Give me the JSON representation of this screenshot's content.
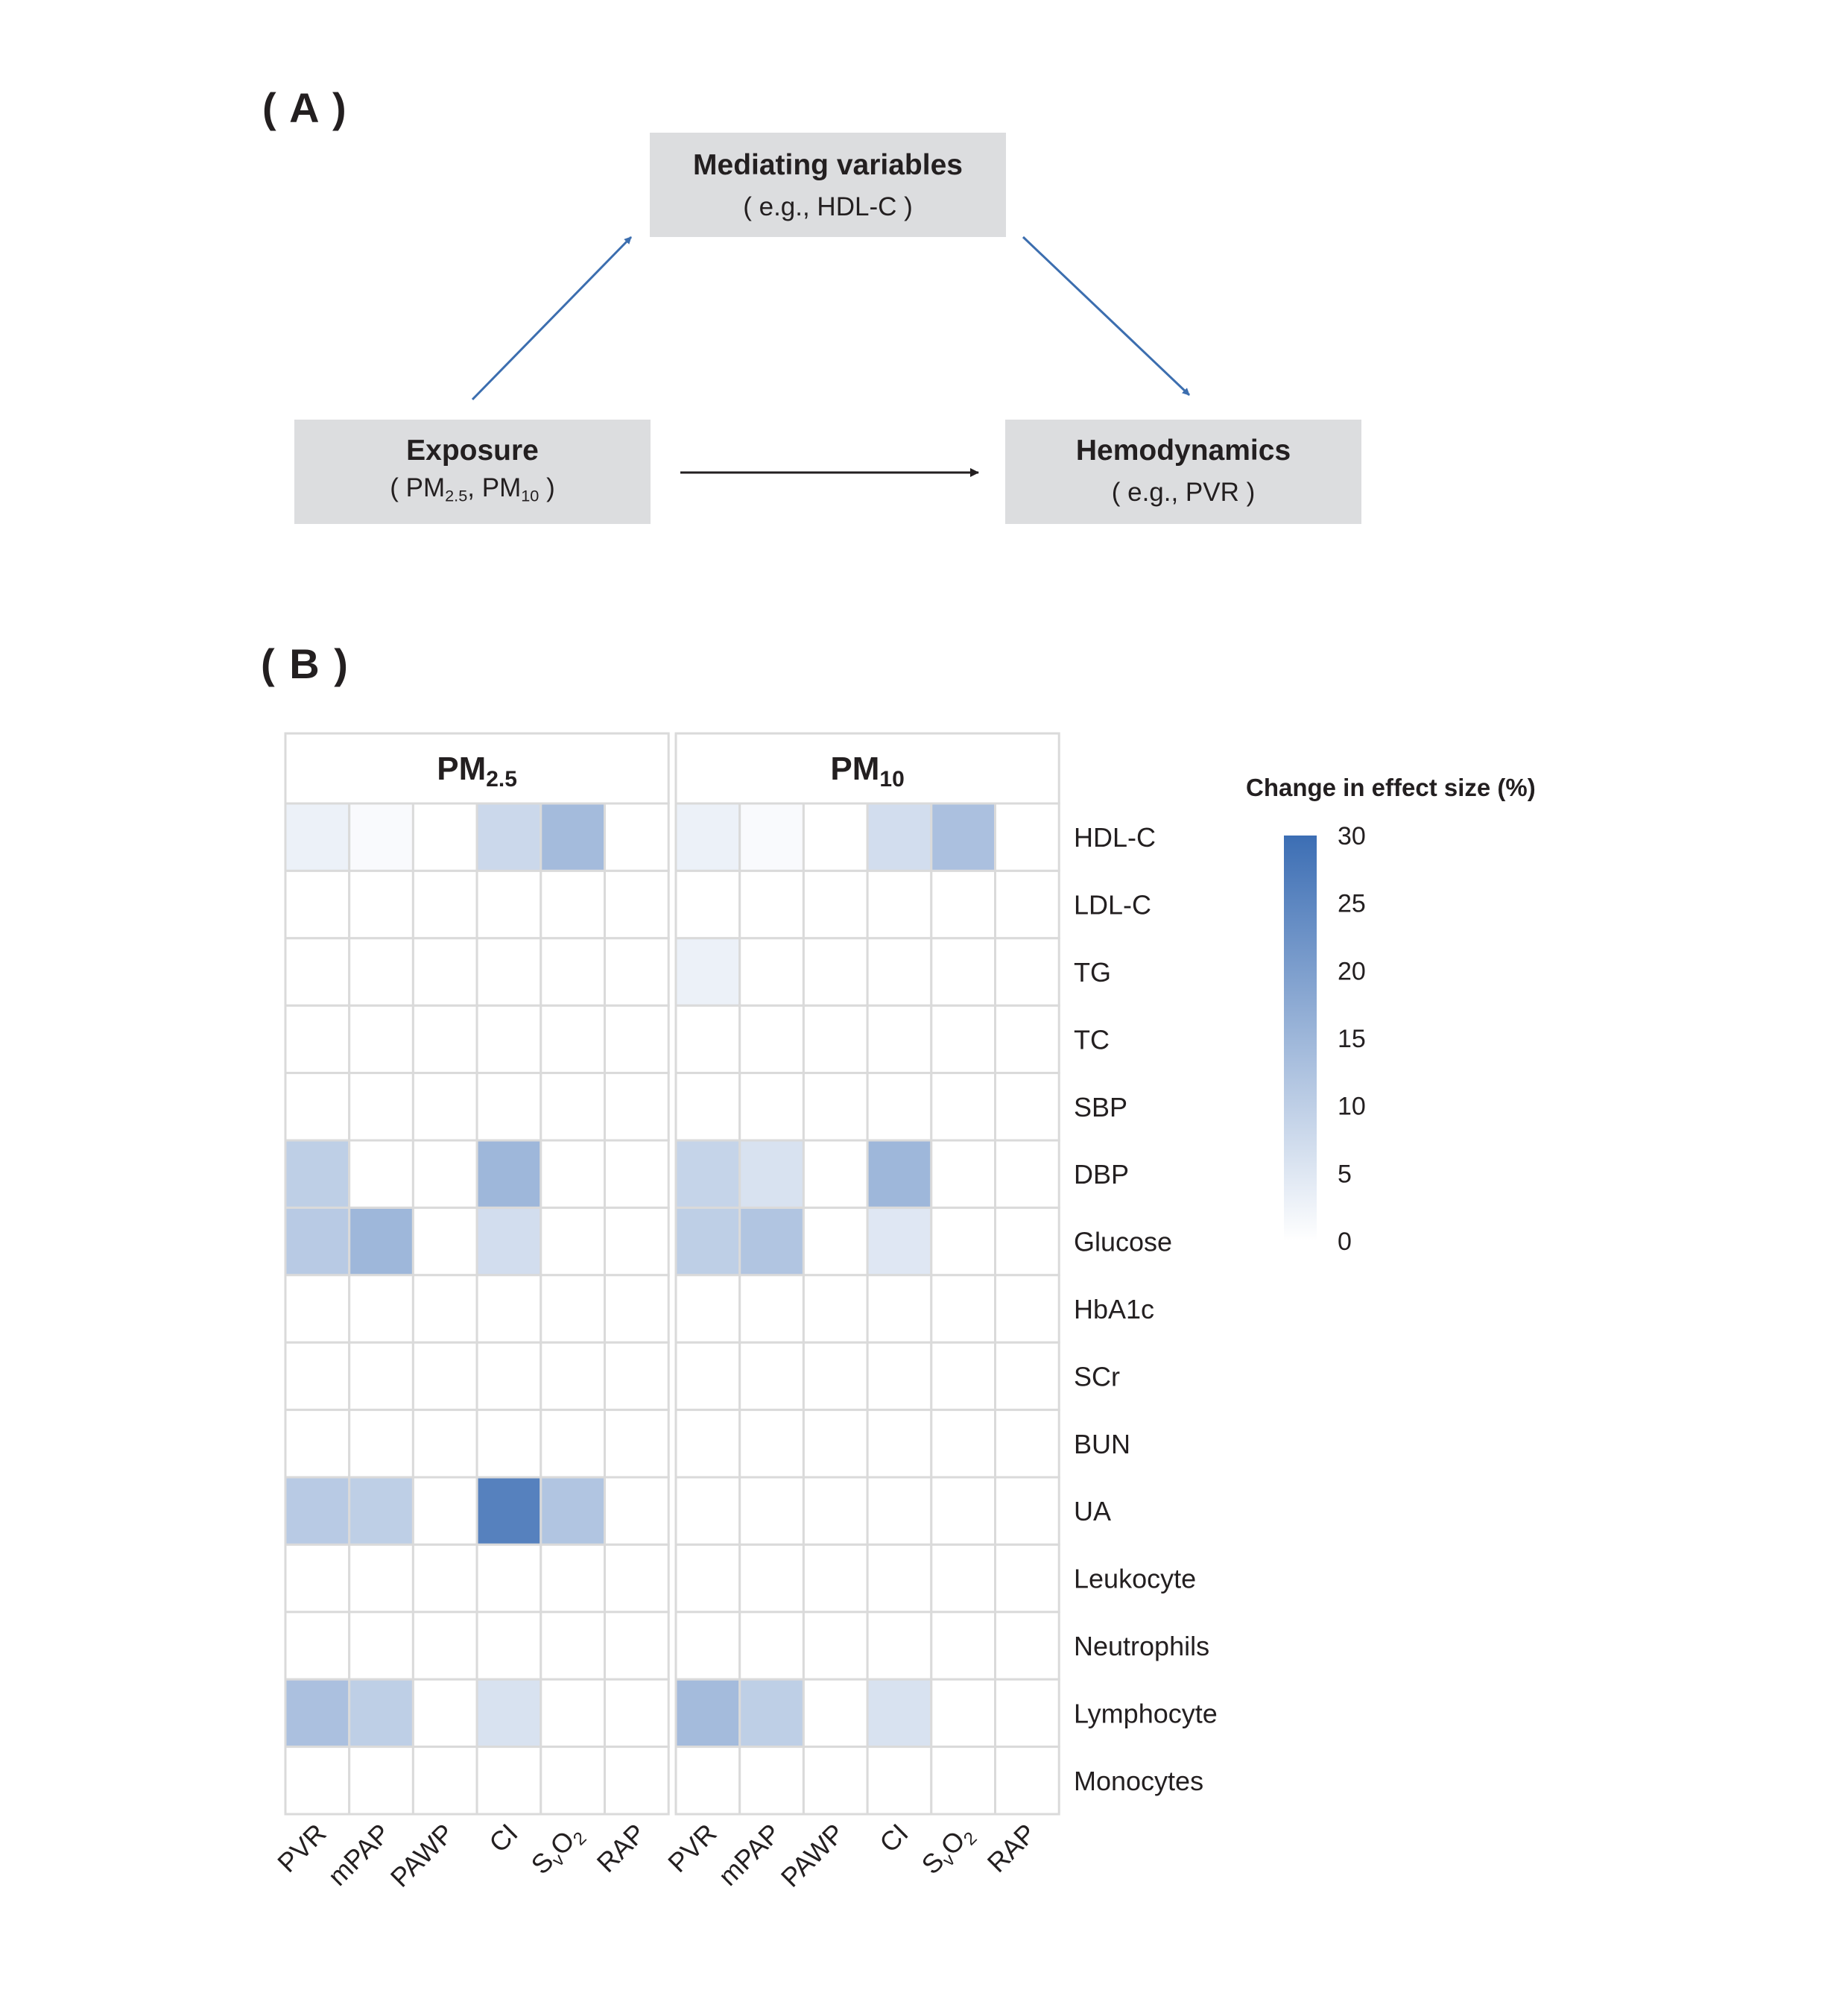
{
  "panel_a": {
    "label": "( A )",
    "mediator": {
      "title": "Mediating variables",
      "subtitle": "( e.g., HDL-C )"
    },
    "exposure": {
      "title": "Exposure",
      "open": "( PM",
      "sub1": "2.5",
      "mid": ", PM",
      "sub2": "10",
      "close": " )"
    },
    "outcome": {
      "title": "Hemodynamics",
      "subtitle": "( e.g., PVR )"
    },
    "colors": {
      "mediator_arrow": "#3c6eaf",
      "direct_arrow": "#231f20",
      "box_fill": "#dcdddf"
    }
  },
  "panel_b": {
    "label": "( B )"
  },
  "chart_data": {
    "type": "heatmap",
    "facets": [
      {
        "main": "PM",
        "sub": "2.5"
      },
      {
        "main": "PM",
        "sub": "10"
      }
    ],
    "x_categories": [
      "PVR",
      "mPAP",
      "PAWP",
      "CI",
      "SvO2",
      "RAP"
    ],
    "y_categories": [
      "HDL-C",
      "LDL-C",
      "TG",
      "TC",
      "SBP",
      "DBP",
      "Glucose",
      "HbA1c",
      "SCr",
      "BUN",
      "UA",
      "Leukocyte",
      "Neutrophils",
      "Lymphocyte",
      "Monocytes"
    ],
    "values": {
      "PM2.5": [
        [
          3,
          1,
          0,
          8,
          14,
          0
        ],
        [
          0,
          0,
          0,
          0,
          0,
          0
        ],
        [
          0,
          0,
          0,
          0,
          0,
          0
        ],
        [
          0,
          0,
          0,
          0,
          0,
          0
        ],
        [
          0,
          0,
          0,
          0,
          0,
          0
        ],
        [
          10,
          0,
          0,
          15,
          0,
          0
        ],
        [
          11,
          15,
          0,
          7,
          0,
          0
        ],
        [
          0,
          0,
          0,
          0,
          0,
          0
        ],
        [
          0,
          0,
          0,
          0,
          0,
          0
        ],
        [
          0,
          0,
          0,
          0,
          0,
          0
        ],
        [
          11,
          10,
          0,
          26,
          12,
          0
        ],
        [
          0,
          0,
          0,
          0,
          0,
          0
        ],
        [
          0,
          0,
          0,
          0,
          0,
          0
        ],
        [
          13,
          10,
          0,
          6,
          0,
          0
        ],
        [
          0,
          0,
          0,
          0,
          0,
          0
        ]
      ],
      "PM10": [
        [
          3,
          1,
          0,
          7,
          13,
          0
        ],
        [
          0,
          0,
          0,
          0,
          0,
          0
        ],
        [
          3,
          0,
          0,
          0,
          0,
          0
        ],
        [
          0,
          0,
          0,
          0,
          0,
          0
        ],
        [
          0,
          0,
          0,
          0,
          0,
          0
        ],
        [
          9,
          6,
          0,
          15,
          0,
          0
        ],
        [
          10,
          12,
          0,
          5,
          0,
          0
        ],
        [
          0,
          0,
          0,
          0,
          0,
          0
        ],
        [
          0,
          0,
          0,
          0,
          0,
          0
        ],
        [
          0,
          0,
          0,
          0,
          0,
          0
        ],
        [
          0,
          0,
          0,
          0,
          0,
          0
        ],
        [
          0,
          0,
          0,
          0,
          0,
          0
        ],
        [
          0,
          0,
          0,
          0,
          0,
          0
        ],
        [
          14,
          10,
          0,
          6,
          0,
          0
        ],
        [
          0,
          0,
          0,
          0,
          0,
          0
        ]
      ]
    },
    "legend": {
      "title": "Change in effect size (%)",
      "ticks": [
        30,
        25,
        20,
        15,
        10,
        5,
        0
      ],
      "range": [
        0,
        30
      ],
      "color_low": "#ffffff",
      "color_high": "#3c6eb4"
    },
    "grid_color": "#dadada"
  }
}
